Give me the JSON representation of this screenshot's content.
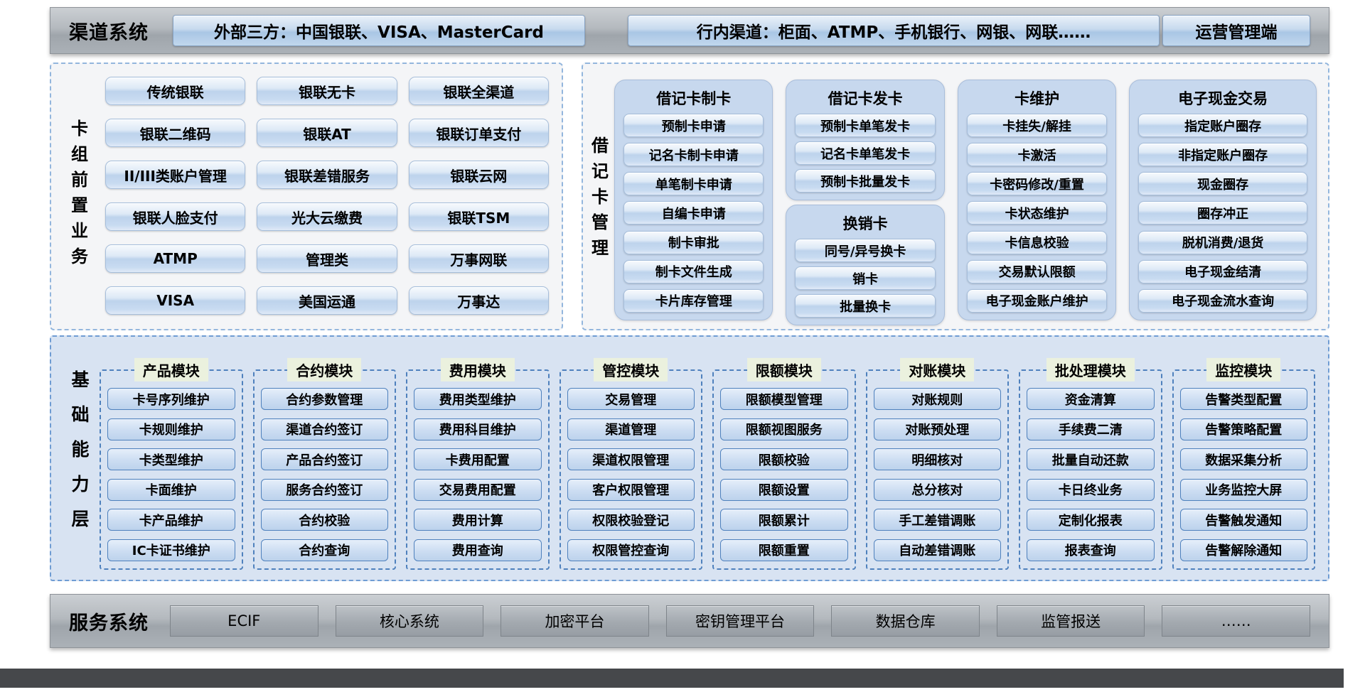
{
  "channel_bar": {
    "label": "渠道系统",
    "boxes": [
      "外部三方：中国银联、VISA、MasterCard",
      "行内渠道：柜面、ATMP、手机银行、网银、网联……",
      "运营管理端"
    ]
  },
  "card_front": {
    "label": "卡组前置业务",
    "buttons": [
      "传统银联",
      "银联无卡",
      "银联全渠道",
      "银联二维码",
      "银联AT",
      "银联订单支付",
      "II/III类账户管理",
      "银联差错服务",
      "银联云网",
      "银联人脸支付",
      "光大云缴费",
      "银联TSM",
      "ATMP",
      "管理类",
      "万事网联",
      "VISA",
      "美国运通",
      "万事达"
    ]
  },
  "debit_mgmt": {
    "label": "借记卡管理",
    "groups": [
      {
        "title": "借记卡制卡",
        "items": [
          "预制卡申请",
          "记名卡制卡申请",
          "单笔制卡申请",
          "自编卡申请",
          "制卡审批",
          "制卡文件生成",
          "卡片库存管理"
        ]
      },
      {
        "title": "借记卡发卡",
        "items": [
          "预制卡单笔发卡",
          "记名卡单笔发卡",
          "预制卡批量发卡"
        ]
      },
      {
        "title": "换销卡",
        "items": [
          "同号/异号换卡",
          "销卡",
          "批量换卡"
        ]
      },
      {
        "title": "卡维护",
        "items": [
          "卡挂失/解挂",
          "卡激活",
          "卡密码修改/重置",
          "卡状态维护",
          "卡信息校验",
          "交易默认限额",
          "电子现金账户维护"
        ]
      },
      {
        "title": "电子现金交易",
        "items": [
          "指定账户圈存",
          "非指定账户圈存",
          "现金圈存",
          "圈存冲正",
          "脱机消费/退货",
          "电子现金结清",
          "电子现金流水查询"
        ]
      }
    ]
  },
  "foundation": {
    "label": "基础能力层",
    "modules": [
      {
        "title": "产品模块",
        "items": [
          "卡号序列维护",
          "卡规则维护",
          "卡类型维护",
          "卡面维护",
          "卡产品维护",
          "IC卡证书维护"
        ]
      },
      {
        "title": "合约模块",
        "items": [
          "合约参数管理",
          "渠道合约签订",
          "产品合约签订",
          "服务合约签订",
          "合约校验",
          "合约查询"
        ]
      },
      {
        "title": "费用模块",
        "items": [
          "费用类型维护",
          "费用科目维护",
          "卡费用配置",
          "交易费用配置",
          "费用计算",
          "费用查询"
        ]
      },
      {
        "title": "管控模块",
        "items": [
          "交易管理",
          "渠道管理",
          "渠道权限管理",
          "客户权限管理",
          "权限校验登记",
          "权限管控查询"
        ]
      },
      {
        "title": "限额模块",
        "items": [
          "限额模型管理",
          "限额视图服务",
          "限额校验",
          "限额设置",
          "限额累计",
          "限额重置"
        ]
      },
      {
        "title": "对账模块",
        "items": [
          "对账规则",
          "对账预处理",
          "明细核对",
          "总分核对",
          "手工差错调账",
          "自动差错调账"
        ]
      },
      {
        "title": "批处理模块",
        "items": [
          "资金清算",
          "手续费二清",
          "批量自动还款",
          "卡日终业务",
          "定制化报表",
          "报表查询"
        ]
      },
      {
        "title": "监控模块",
        "items": [
          "告警类型配置",
          "告警策略配置",
          "数据采集分析",
          "业务监控大屏",
          "告警触发通知",
          "告警解除通知"
        ]
      }
    ]
  },
  "service_bar": {
    "label": "服务系统",
    "boxes": [
      "ECIF",
      "核心系统",
      "加密平台",
      "密钥管理平台",
      "数据仓库",
      "监管报送",
      "……"
    ]
  }
}
